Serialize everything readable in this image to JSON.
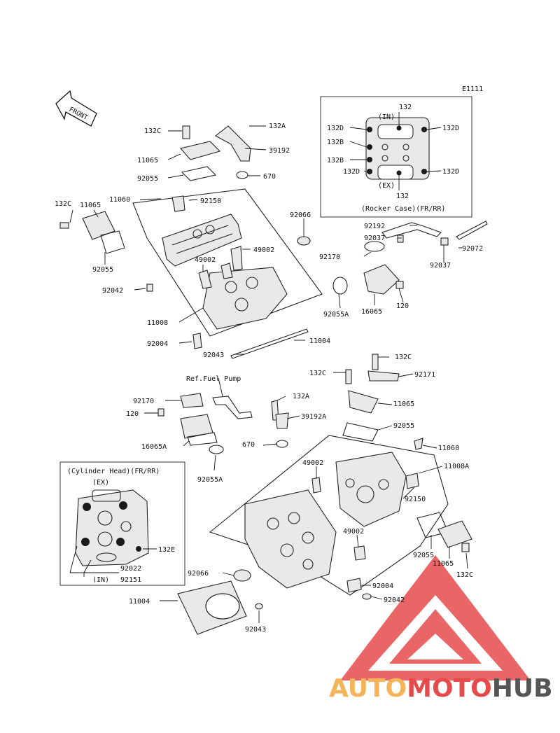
{
  "diagram_id": "E1111",
  "front_label": "FRONT",
  "ref_fuel_pump": "Ref.Fuel Pump",
  "rocker_case_box": {
    "in_label": "(IN)",
    "ex_label": "(EX)",
    "caption": "(Rocker Case)(FR/RR)",
    "parts": [
      "132",
      "132D",
      "132D",
      "132B",
      "132B",
      "132D",
      "132D",
      "132"
    ]
  },
  "cylinder_head_box": {
    "title": "(Cylinder Head)(FR/RR)",
    "ex_label": "(EX)",
    "in_label": "(IN)",
    "parts": [
      "132E",
      "92022",
      "92151"
    ]
  },
  "labels": {
    "p_132c_1": "132C",
    "p_132a_1": "132A",
    "p_39192": "39192",
    "p_11065_1": "11065",
    "p_92055_1": "92055",
    "p_670_1": "670",
    "p_11060_1": "11060",
    "p_92150_1": "92150",
    "p_132c_2": "132C",
    "p_11065_2": "11065",
    "p_92066_1": "92066",
    "p_92055_2": "92055",
    "p_49002_1": "49002",
    "p_49002_2": "49002",
    "p_92042_1": "92042",
    "p_11008": "11008",
    "p_92004_1": "92004",
    "p_92043_1": "92043",
    "p_11004_1": "11004",
    "p_92055a_1": "92055A",
    "p_16065": "16065",
    "p_120_1": "120",
    "p_92192": "92192",
    "p_92037_1": "92037",
    "p_92170_1": "92170",
    "p_92072": "92072",
    "p_92037_2": "92037",
    "p_132c_3": "132C",
    "p_132c_4": "132C",
    "p_92171": "92171",
    "p_92170_2": "92170",
    "p_120_2": "120",
    "p_132a_2": "132A",
    "p_39192a": "39192A",
    "p_11065_3": "11065",
    "p_92055_3": "92055",
    "p_16065a": "16065A",
    "p_670_2": "670",
    "p_11060_2": "11060",
    "p_49002_3": "49002",
    "p_11008a": "11008A",
    "p_92055a_2": "92055A",
    "p_92150_2": "92150",
    "p_49002_4": "49002",
    "p_92055_4": "92055",
    "p_11065_4": "11065",
    "p_132c_5": "132C",
    "p_92066_2": "92066",
    "p_92004_2": "92004",
    "p_11004_2": "11004",
    "p_92042_2": "92042",
    "p_92043_2": "92043"
  },
  "watermark": {
    "part1": "AUTO",
    "part2": "MOTO",
    "part3": "HUB",
    "color1": "#f5b35a",
    "color2": "#e64b4b",
    "color3": "#555555"
  }
}
